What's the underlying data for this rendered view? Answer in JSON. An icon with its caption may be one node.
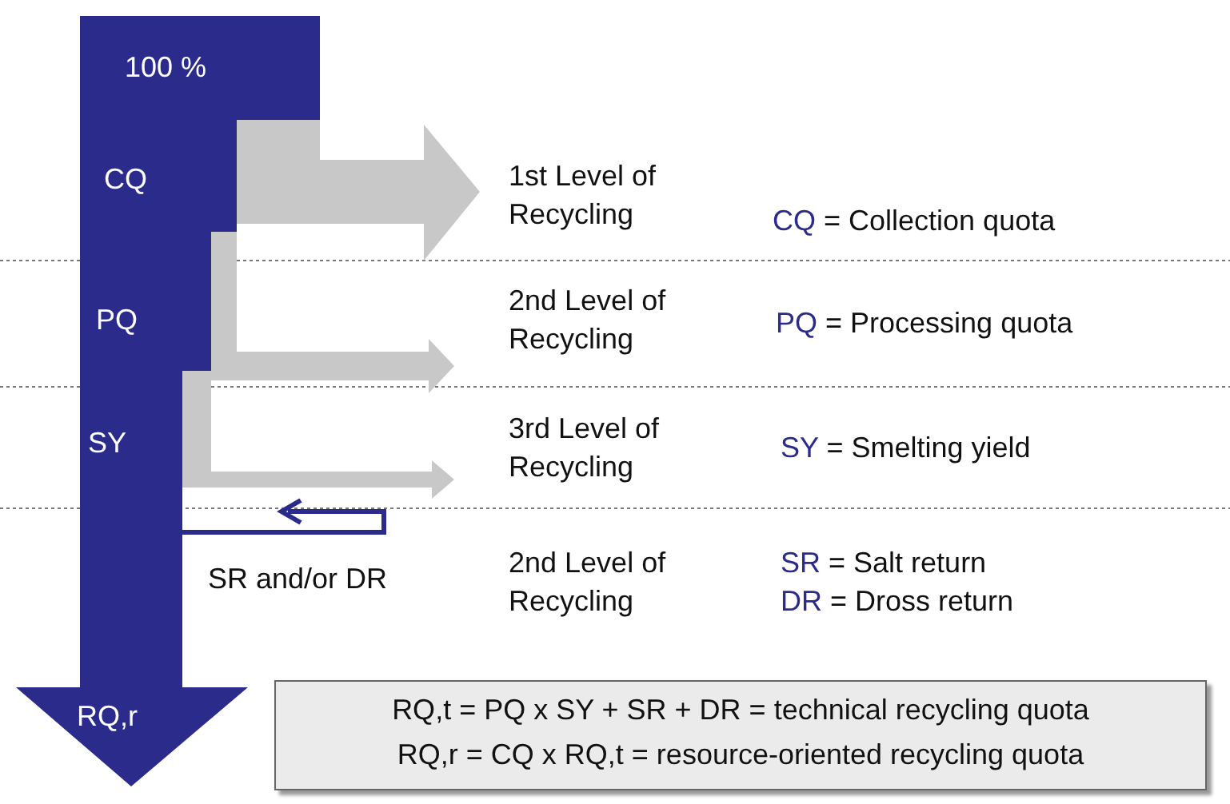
{
  "diagram": {
    "labels": [
      "100 %",
      "CQ",
      "1st Level of Recycling",
      "CQ = Collection quota",
      "PQ",
      "2nd Level of Recycling",
      "PQ = Processing quota",
      "SY",
      "3rd Level of Recycling",
      "SY = Smelting yield",
      "SR and/or DR",
      "2nd Level of Recycling",
      "SR = Salt return",
      "DR = Dross return",
      "RQ,r",
      "RQ,t = PQ x SY + SR + DR = technical recycling quota",
      "RQ,r = CQ x RQ,t = resource-oriented recycling quota"
    ]
  }
}
